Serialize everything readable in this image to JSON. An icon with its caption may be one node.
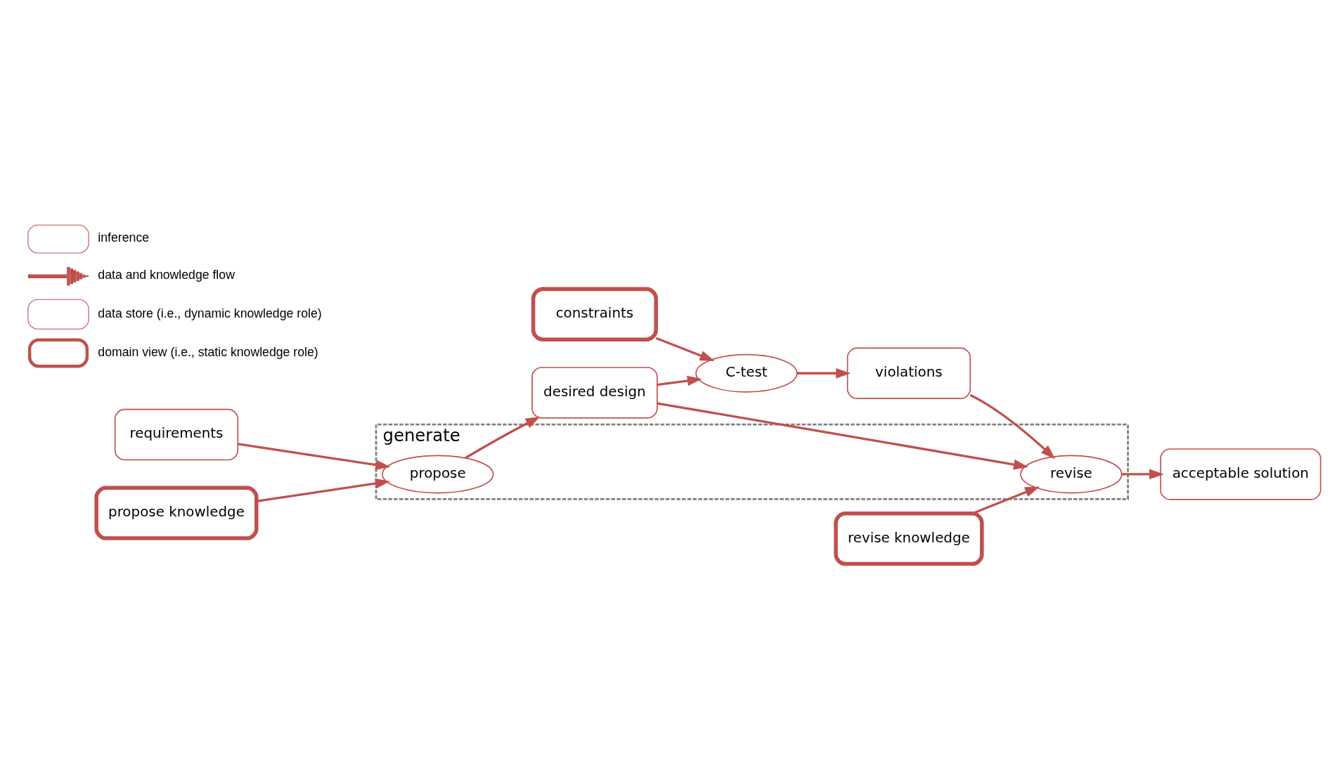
{
  "diagram": {
    "nodes": [
      {
        "text": [
          "generate"
        ]
      },
      {
        "text": [
          "requirements"
        ]
      },
      {
        "text": [
          "propose"
        ],
        "in": 0
      },
      {
        "text": [
          "propose knowledge"
        ]
      },
      {
        "text": [
          "desired design"
        ]
      },
      {
        "text": [
          "revise knowledge"
        ]
      },
      {
        "text": [
          "revise"
        ],
        "in": 0
      },
      {
        "text": [
          "acceptable solution"
        ]
      },
      {
        "text": [
          "C-test"
        ]
      },
      {
        "text": [
          "constraints"
        ]
      },
      {
        "text": [
          "violations"
        ]
      }
    ],
    "edges": [
      {
        "from": 1,
        "to": 2,
        "arrow": "to"
      },
      {
        "from": 3,
        "to": 2,
        "arrow": "to"
      },
      {
        "from": 2,
        "to": 4,
        "arrow": "to"
      },
      {
        "from": 4,
        "to": 6,
        "arrow": "to"
      },
      {
        "from": 5,
        "to": 6,
        "arrow": "to"
      },
      {
        "from": 6,
        "to": 7,
        "arrow": "to"
      },
      {
        "from": 4,
        "to": 8,
        "arrow": "to"
      },
      {
        "from": 9,
        "to": 8,
        "arrow": "to"
      },
      {
        "from": 8,
        "to": 10,
        "arrow": "to"
      },
      {
        "from": 10,
        "to": 6,
        "arrow": "to"
      }
    ],
    "legend": [
      {
        "text": "inference"
      },
      {
        "text": "data and knowledge flow"
      },
      {
        "text": "data store (i.e., dynamic knowledge role)"
      },
      {
        "text": "domain view (i.e., static knowledge role)"
      }
    ]
  }
}
